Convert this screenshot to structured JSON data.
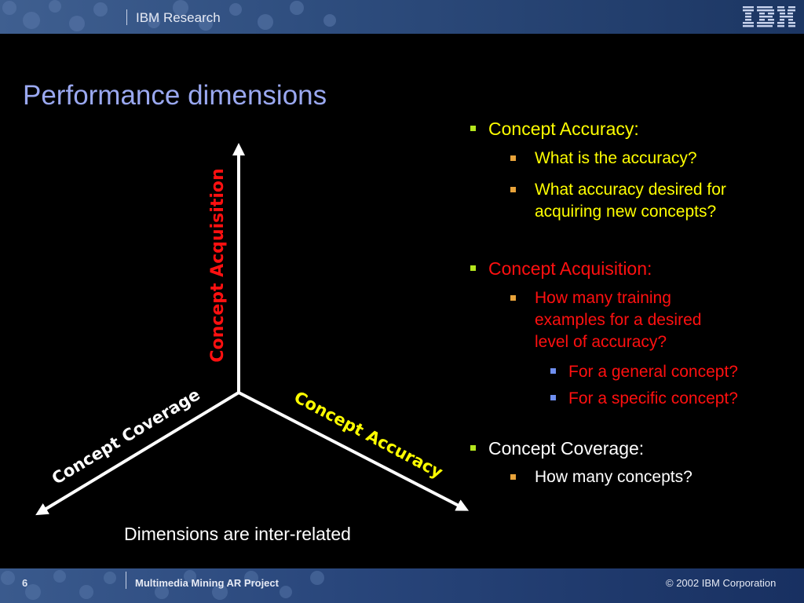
{
  "header": {
    "section_label": "IBM Research",
    "logo_text": "IBM"
  },
  "slide": {
    "title": "Performance dimensions"
  },
  "diagram": {
    "axes": [
      {
        "name": "Concept Acquisition",
        "color": "#ff1010"
      },
      {
        "name": "Concept Accuracy",
        "color": "#ffff00"
      },
      {
        "name": "Concept Coverage",
        "color": "#ffffff"
      }
    ],
    "caption": "Dimensions are inter-related"
  },
  "bullets": {
    "accuracy": {
      "heading": "Concept Accuracy:",
      "items": [
        "What is the accuracy?",
        "What accuracy desired for",
        "acquiring new concepts?"
      ]
    },
    "acquisition": {
      "heading": "Concept Acquisition:",
      "items": [
        "How many training",
        "examples for a desired",
        "level of accuracy?"
      ],
      "subitems": [
        "For a general concept?",
        "For a specific concept?"
      ]
    },
    "coverage": {
      "heading": "Concept Coverage:",
      "items": [
        "How many concepts?"
      ]
    }
  },
  "footer": {
    "page_number": "6",
    "project": "Multimedia Mining AR Project",
    "copyright": "© 2002 IBM Corporation"
  },
  "colors": {
    "title": "#9aa8f0",
    "accuracy_text": "#ffff00",
    "acquisition_text": "#ff1010",
    "coverage_text": "#ffffff",
    "bullet_green": "#b5e61d",
    "bullet_orange": "#e8a33a",
    "bullet_blue": "#6f8ff0"
  }
}
